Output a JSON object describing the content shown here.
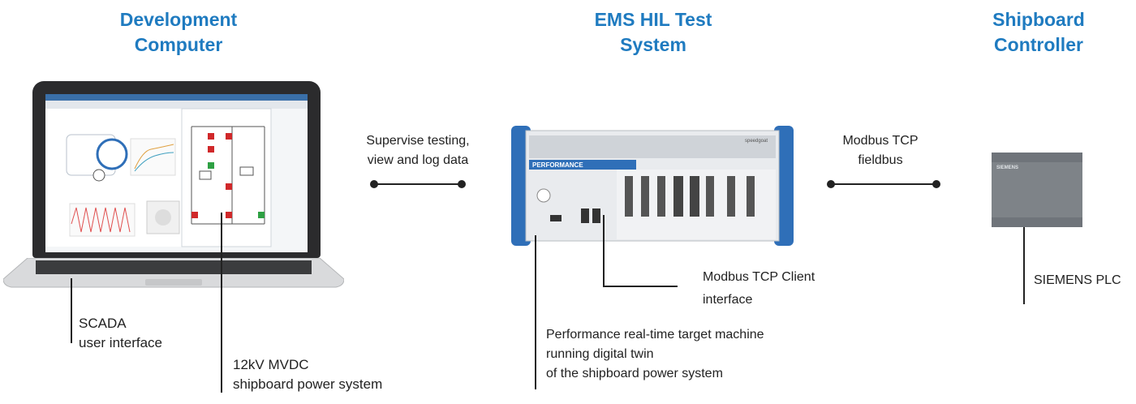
{
  "columns": {
    "dev": {
      "title_lines": [
        "Development",
        "Computer"
      ]
    },
    "hil": {
      "title_lines": [
        "EMS HIL Test",
        "System"
      ]
    },
    "ctrl": {
      "title_lines": [
        "Shipboard",
        "Controller"
      ]
    }
  },
  "links": {
    "supervise": {
      "lines": [
        "Supervise testing,",
        "view and log data"
      ]
    },
    "modbus": {
      "lines": [
        "Modbus TCP",
        "fieldbus"
      ]
    }
  },
  "callouts": {
    "scada": {
      "lines": [
        "SCADA",
        "user interface"
      ]
    },
    "mvdc": {
      "lines": [
        "12kV MVDC",
        "shipboard power system"
      ]
    },
    "modbus_client": {
      "lines": [
        "Modbus TCP Client",
        "interface"
      ]
    },
    "performance": {
      "lines": [
        "Performance real-time target machine",
        "running digital twin",
        "of the shipboard power system"
      ]
    },
    "plc": {
      "lines": [
        "SIEMENS PLC"
      ]
    }
  },
  "device": {
    "panel_label": "PERFORMANCE",
    "brand": "speedgoat"
  },
  "plc_brand": "SIEMENS",
  "colors": {
    "title_blue": "#1f7bc0",
    "device_blue": "#2f6fb8",
    "plc_grey": "#7e8388"
  }
}
